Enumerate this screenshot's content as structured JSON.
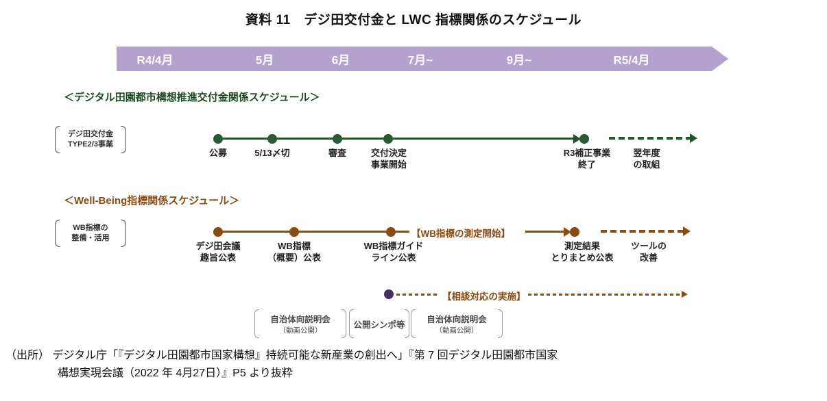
{
  "title": "資料 11　デジ田交付金と LWC 指標関係のスケジュール",
  "colors": {
    "banner_purple": "#b2a2cd",
    "grant_green": "#26522c",
    "wb_brown": "#8a4a10",
    "consult_dot": "#45315e"
  },
  "banner": {
    "months": [
      {
        "label": "R4/4月"
      },
      {
        "label": "5月"
      },
      {
        "label": "6月"
      },
      {
        "label": "7月~"
      },
      {
        "label": "9月~"
      },
      {
        "label": "R5/4月"
      }
    ]
  },
  "grant": {
    "heading": "＜デジタル田園都市構想推進交付金関係スケジュール＞",
    "side_label": "デジ田交付金\nTYPE2/3事業",
    "milestones": [
      {
        "label": "公募"
      },
      {
        "label": "5/13〆切"
      },
      {
        "label": "審査"
      },
      {
        "label": "交付決定\n事業開始"
      },
      {
        "label": "R3補正事業\n終了"
      }
    ],
    "future": "翌年度\nの取組"
  },
  "wb": {
    "heading": "＜Well-Being指標関係スケジュール＞",
    "side_label": "WB指標の\n整備・活用",
    "milestones": [
      {
        "label": "デジ田会議\n趣旨公表"
      },
      {
        "label": "WB指標\n（概要）公表"
      },
      {
        "label": "WB指標ガイド\nライン公表"
      },
      {
        "label": "測定結果\nとりまとめ公表"
      }
    ],
    "measurement_start": "【WB指標の測定開始】",
    "future": "ツールの\n改善"
  },
  "consultation": {
    "label": "【相談対応の実施】"
  },
  "events": [
    {
      "name": "自治体向説明会",
      "sub": "（動画公開）"
    },
    {
      "name": "公開シンポ等",
      "sub": ""
    },
    {
      "name": "自治体向説明会",
      "sub": "（動画公開）"
    }
  ],
  "source": {
    "line1": "（出所） デジタル庁「『デジタル田園都市国家構想』持続可能な新産業の創出へ」『第 7 回デジタル田園都市国家",
    "line2": "構想実現会議（2022 年 4月27日）』P5 より抜粋"
  }
}
